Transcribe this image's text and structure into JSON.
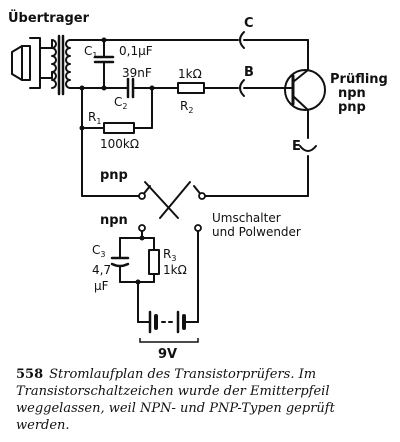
{
  "labels": {
    "transformer": "Übertrager",
    "c1": "C",
    "c1_sub": "1",
    "c1_value": "0,1µF",
    "c2": "C",
    "c2_sub": "2",
    "c2_value": "39nF",
    "r2": "R",
    "r2_sub": "2",
    "r2_value": "1kΩ",
    "r1": "R",
    "r1_sub": "1",
    "r1_value": "100kΩ",
    "terminal_c": "C",
    "terminal_b": "B",
    "terminal_e": "E",
    "dut_line1": "Prüfling",
    "dut_line2": "npn",
    "dut_line3": "pnp",
    "pnp": "pnp",
    "npn": "npn",
    "switch_line1": "Umschalter",
    "switch_line2": "und Polwender",
    "c3": "C",
    "c3_sub": "3",
    "c3_value1": "4,7",
    "c3_value2": "µF",
    "r3": "R",
    "r3_sub": "3",
    "r3_value": "1kΩ",
    "battery": "9V"
  },
  "caption": {
    "number": "558",
    "text": "Stromlaufplan des Transistorprüfers. Im Transistorschaltzeichen wurde der Emitterpfeil weggelassen, weil NPN- und PNP-Typen geprüft werden."
  }
}
